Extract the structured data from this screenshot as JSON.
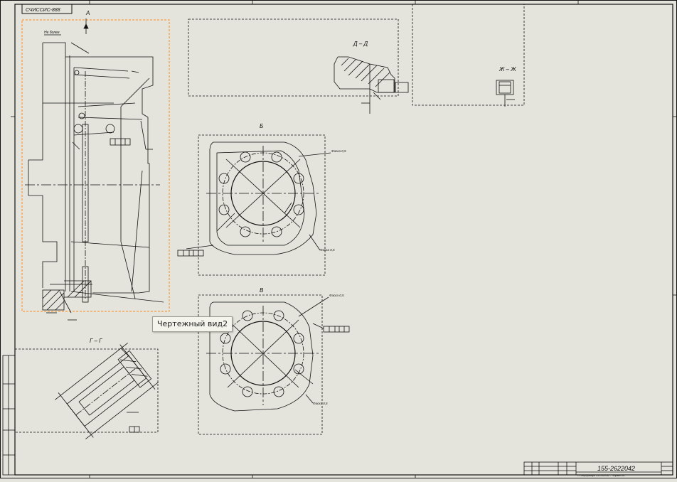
{
  "sheet": {
    "stamp_label": "СЧИССИС-888",
    "drawing_number": "155-2622042",
    "title_block_note": "1 Спецификация 155-2622042 ... Формат А1"
  },
  "views": {
    "a": {
      "label": "А",
      "note": "Не более"
    },
    "dd": {
      "label": "Д – Д"
    },
    "zhzh": {
      "label": "Ж – Ж"
    },
    "b": {
      "label": "Б",
      "callout1": "Фаска 0,5",
      "callout2": "Фаска 0,5"
    },
    "v": {
      "label": "В",
      "callout1": "Фаска 0,5",
      "callout2": "Фаска 0,5"
    },
    "gg": {
      "label": "Г – Г"
    }
  },
  "tooltip": {
    "text": "Чертежный вид2"
  },
  "colors": {
    "paper": "#e4e4dc",
    "line": "#111111",
    "selection": "#ff8c1a"
  }
}
